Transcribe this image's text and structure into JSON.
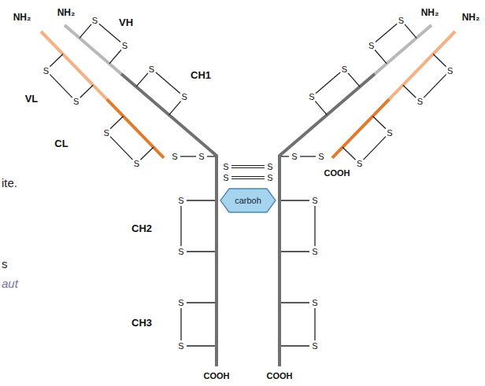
{
  "diagram": {
    "nodes": [
      {
        "text": [
          "carboh"
        ]
      }
    ],
    "labels": [
      "NH₂",
      "NH₂",
      "VH",
      "VL",
      "CH1",
      "CL",
      "CH2",
      "CH3",
      "NH₂",
      "NH₂",
      "COOH",
      "COOH",
      "COOH",
      "ite.",
      "s",
      "aut",
      "S",
      "S",
      "S",
      "S",
      "S",
      "S",
      "S",
      "S",
      "S",
      "S",
      "S",
      "S",
      "S",
      "S",
      "S",
      "S",
      "S",
      "S",
      "S",
      "S",
      "S",
      "S",
      "S",
      "S",
      "S",
      "S",
      "S",
      "S",
      "S",
      "S",
      "S",
      "S"
    ]
  }
}
